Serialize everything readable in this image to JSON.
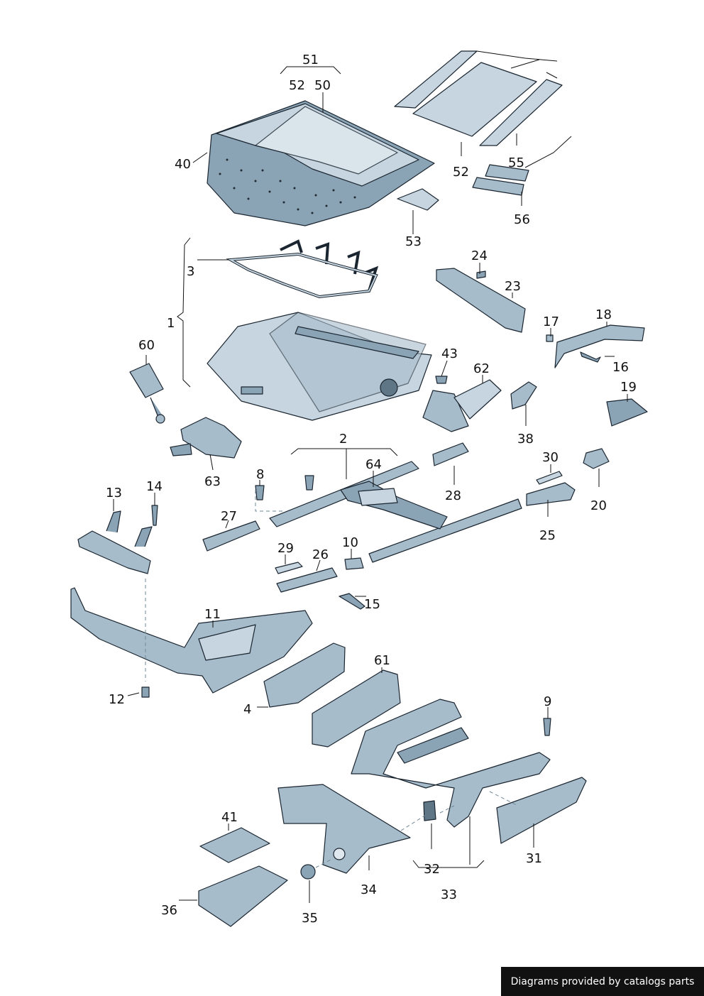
{
  "footer": {
    "credit": "Diagrams provided by catalogs parts"
  },
  "colors": {
    "part_fill": "#a7bccb",
    "part_dark": "#5f7687",
    "line": "#1a2530",
    "credit_bg": "#111111"
  },
  "callouts": [
    {
      "id": "c51",
      "text": "51"
    },
    {
      "id": "c52a",
      "text": "52"
    },
    {
      "id": "c50",
      "text": "50"
    },
    {
      "id": "c40",
      "text": "40"
    },
    {
      "id": "c52b",
      "text": "52"
    },
    {
      "id": "c55",
      "text": "55"
    },
    {
      "id": "c56",
      "text": "56"
    },
    {
      "id": "c53",
      "text": "53"
    },
    {
      "id": "c3",
      "text": "3"
    },
    {
      "id": "c1",
      "text": "1"
    },
    {
      "id": "c24",
      "text": "24"
    },
    {
      "id": "c23",
      "text": "23"
    },
    {
      "id": "c17",
      "text": "17"
    },
    {
      "id": "c18",
      "text": "18"
    },
    {
      "id": "c16",
      "text": "16"
    },
    {
      "id": "c60",
      "text": "60"
    },
    {
      "id": "c43",
      "text": "43"
    },
    {
      "id": "c62",
      "text": "62"
    },
    {
      "id": "c19",
      "text": "19"
    },
    {
      "id": "c38",
      "text": "38"
    },
    {
      "id": "c63",
      "text": "63"
    },
    {
      "id": "c2",
      "text": "2"
    },
    {
      "id": "c64",
      "text": "64"
    },
    {
      "id": "c8",
      "text": "8"
    },
    {
      "id": "c28",
      "text": "28"
    },
    {
      "id": "c30",
      "text": "30"
    },
    {
      "id": "c20",
      "text": "20"
    },
    {
      "id": "c13",
      "text": "13"
    },
    {
      "id": "c14",
      "text": "14"
    },
    {
      "id": "c27",
      "text": "27"
    },
    {
      "id": "c25",
      "text": "25"
    },
    {
      "id": "c29",
      "text": "29"
    },
    {
      "id": "c26",
      "text": "26"
    },
    {
      "id": "c10",
      "text": "10"
    },
    {
      "id": "c15",
      "text": "15"
    },
    {
      "id": "c11",
      "text": "11"
    },
    {
      "id": "c12",
      "text": "12"
    },
    {
      "id": "c61",
      "text": "61"
    },
    {
      "id": "c4",
      "text": "4"
    },
    {
      "id": "c9",
      "text": "9"
    },
    {
      "id": "c41",
      "text": "41"
    },
    {
      "id": "c31",
      "text": "31"
    },
    {
      "id": "c32",
      "text": "32"
    },
    {
      "id": "c34",
      "text": "34"
    },
    {
      "id": "c33",
      "text": "33"
    },
    {
      "id": "c36",
      "text": "36"
    },
    {
      "id": "c35",
      "text": "35"
    }
  ]
}
